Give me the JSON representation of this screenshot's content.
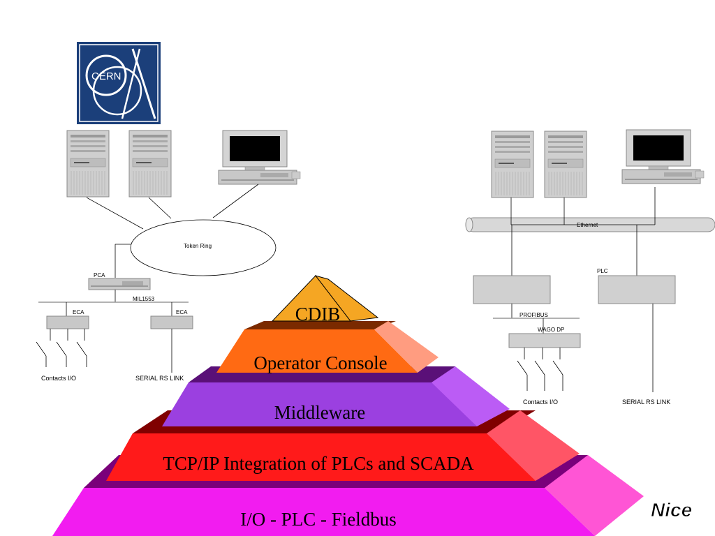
{
  "logo": {
    "text": "CERN"
  },
  "left": {
    "token_ring": "Token Ring",
    "pca": "PCA",
    "mil": "MIL1553",
    "eca1": "ECA",
    "eca2": "ECA",
    "contacts": "Contacts I/O",
    "serial": "SERIAL RS LINK"
  },
  "right": {
    "ethernet": "Ethernet",
    "plc": "PLC",
    "profibus": "PROFIBUS",
    "wago": "WAGO DP",
    "contacts": "Contacts I/O",
    "serial": "SERIAL RS LINK"
  },
  "pyramid": {
    "layers": [
      {
        "label": "CDIB",
        "front": "#F5A623",
        "side": "#F5A623",
        "top": "#F5A623"
      },
      {
        "label": "Operator Console",
        "front": "#FF6A13",
        "side": "#FF9C80",
        "top": "#7A2A00"
      },
      {
        "label": "Middleware",
        "front": "#9B40E0",
        "side": "#BB5CF5",
        "top": "#5A1078"
      },
      {
        "label": "TCP/IP Integration of PLCs and SCADA",
        "front": "#FF1A1A",
        "side": "#FF5566",
        "top": "#800000"
      },
      {
        "label": "I/O - PLC - Fieldbus",
        "front": "#F21CF0",
        "side": "#FF55D5",
        "top": "#7A007A"
      }
    ]
  },
  "footer": {
    "brand": "Nice"
  }
}
